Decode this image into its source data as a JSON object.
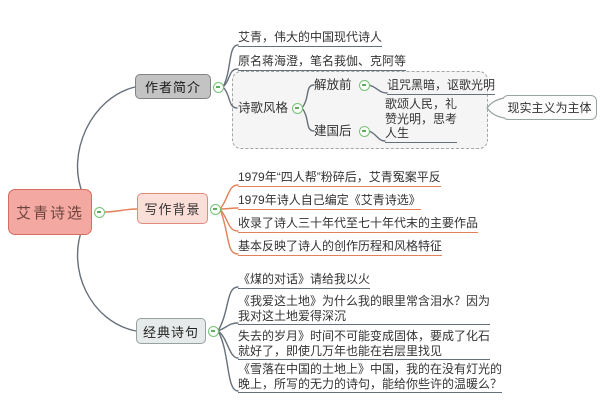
{
  "root": {
    "label": "艾青诗选"
  },
  "author": {
    "title": "作者简介",
    "item1": "艾青，伟大的中国现代诗人",
    "item2": "原名蒋海澄，笔名莪伽、克阿等",
    "style": {
      "title": "诗歌风格",
      "pre": {
        "label": "解放前",
        "desc": "诅咒黑暗，讴歌光明"
      },
      "post": {
        "label": "建国后",
        "desc": "歌颂人民，礼\n赞光明，思考\n人生"
      },
      "callout": "现实主义为主体"
    }
  },
  "background": {
    "title": "写作背景",
    "items": [
      "1979年“四人帮”粉碎后，艾青冤案平反",
      "1979年诗人自己编定《艾青诗选》",
      "收录了诗人三十年代至七十年代末的主要作品",
      "基本反映了诗人的创作历程和风格特征"
    ]
  },
  "verses": {
    "title": "经典诗句",
    "items": [
      "《煤的对话》请给我以火",
      "《我爱这土地》为什么我的眼里常含泪水？因为\n我对这土地爱得深沉",
      "失去的岁月》时间不可能变成固体，要成了化石\n就好了，即使几万年也能在岩层里找见",
      "《雪落在中国的土地上》中国，我的在没有灯光的\n晚上，所写的无力的诗句，能给你些许的温暖么？"
    ]
  },
  "icons": {
    "collapse": "minus-circle"
  },
  "colors": {
    "root_fill": "#f3a9a2",
    "root_border": "#d96c62",
    "author_fill": "#c3c3c3",
    "background_fill": "#fbded7",
    "background_border": "#e08c7d",
    "verses_fill": "#e7eaea",
    "branch_line_gray": "#66707a",
    "branch_line_orange": "#e28157",
    "collapse_green": "#76c276"
  }
}
